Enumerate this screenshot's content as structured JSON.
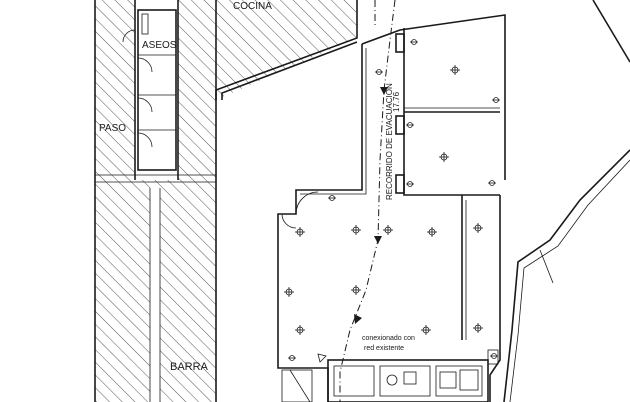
{
  "labels": {
    "kitchen": "COCINA",
    "restrooms": "ASEOS",
    "passage": "PASO",
    "bar": "BARRA",
    "evacuation_route": "RECORRIDO DE EVACUACION",
    "distance": "17.76",
    "connection_line1": "conexionado con",
    "connection_line2": "red existente"
  },
  "icons": {
    "luminaire": "emergency-light-icon",
    "route_arrow": "evacuation-arrow-icon"
  }
}
